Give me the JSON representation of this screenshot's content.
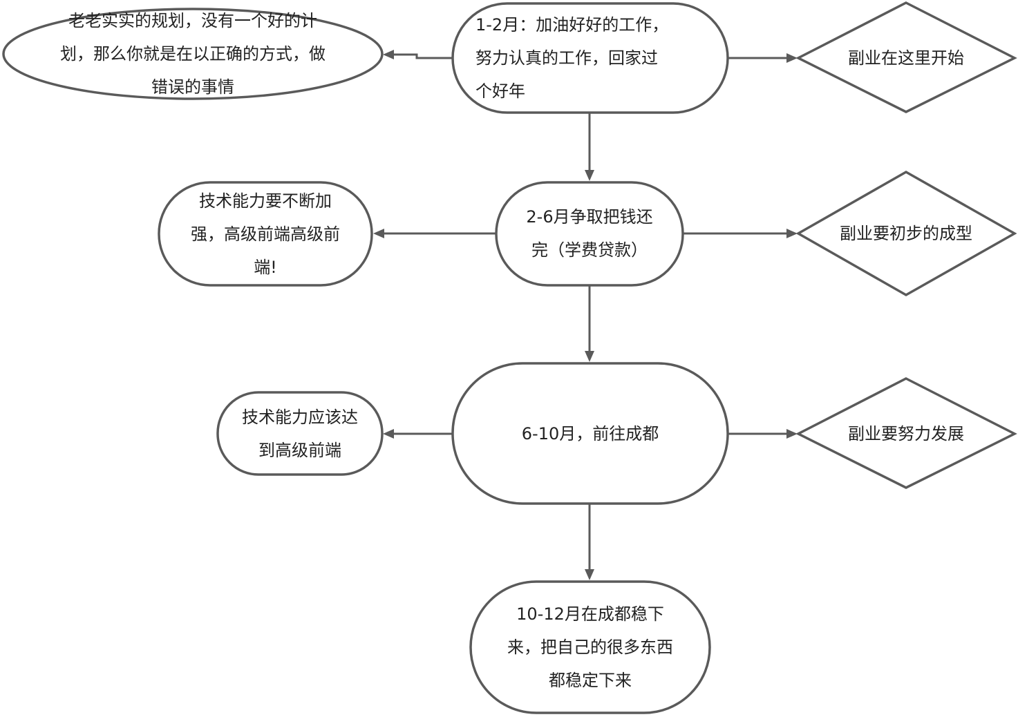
{
  "diagram": {
    "colors": {
      "stroke": "#5a5a5a",
      "text": "#222222",
      "fill": "#ffffff"
    },
    "nodes": [
      {
        "id": "n1",
        "shape": "terminal",
        "text": "1-2月：加油好好的工作，努力认真的工作，回家过个好年"
      },
      {
        "id": "n2",
        "shape": "terminal",
        "text": "2-6月争取把钱还完（学费贷款）"
      },
      {
        "id": "n3",
        "shape": "terminal",
        "text": "6-10月，前往成都"
      },
      {
        "id": "n4",
        "shape": "terminal",
        "text": "10-12月在成都稳下来，把自己的很多东西都稳定下来"
      },
      {
        "id": "l1",
        "shape": "ellipse",
        "text": "老老实实的规划，没有一个好的计划，那么你就是在以正确的方式，做错误的事情"
      },
      {
        "id": "l2",
        "shape": "terminal",
        "text": "技术能力要不断加强，高级前端高级前端!"
      },
      {
        "id": "l3",
        "shape": "terminal",
        "text": "技术能力应该达到高级前端"
      },
      {
        "id": "r1",
        "shape": "diamond",
        "text": "副业在这里开始"
      },
      {
        "id": "r2",
        "shape": "diamond",
        "text": "副业要初步的成型"
      },
      {
        "id": "r3",
        "shape": "diamond",
        "text": "副业要努力发展"
      }
    ],
    "edges": [
      {
        "from": "n1",
        "to": "n2"
      },
      {
        "from": "n2",
        "to": "n3"
      },
      {
        "from": "n3",
        "to": "n4"
      },
      {
        "from": "n1",
        "to": "l1"
      },
      {
        "from": "n2",
        "to": "l2"
      },
      {
        "from": "n3",
        "to": "l3"
      },
      {
        "from": "n1",
        "to": "r1"
      },
      {
        "from": "n2",
        "to": "r2"
      },
      {
        "from": "n3",
        "to": "r3"
      }
    ],
    "lines": {
      "n1": [
        "1-2月：加油好好的工作，",
        "努力认真的工作，回家过",
        "个好年"
      ],
      "n2": [
        "2-6月争取把钱还",
        "完（学费贷款）"
      ],
      "n3": [
        "6-10月，前往成都"
      ],
      "n4": [
        "10-12月在成都稳下",
        "来，把自己的很多东西",
        "都稳定下来"
      ],
      "l1": [
        "老老实实的规划，没有一个好的计",
        "划，那么你就是在以正确的方式，做",
        "错误的事情"
      ],
      "l2": [
        "技术能力要不断加",
        "强，高级前端高级前",
        "端!"
      ],
      "l3": [
        "技术能力应该达",
        "到高级前端"
      ],
      "r1": [
        "副业在这里开始"
      ],
      "r2": [
        "副业要初步的成型"
      ],
      "r3": [
        "副业要努力发展"
      ]
    }
  }
}
